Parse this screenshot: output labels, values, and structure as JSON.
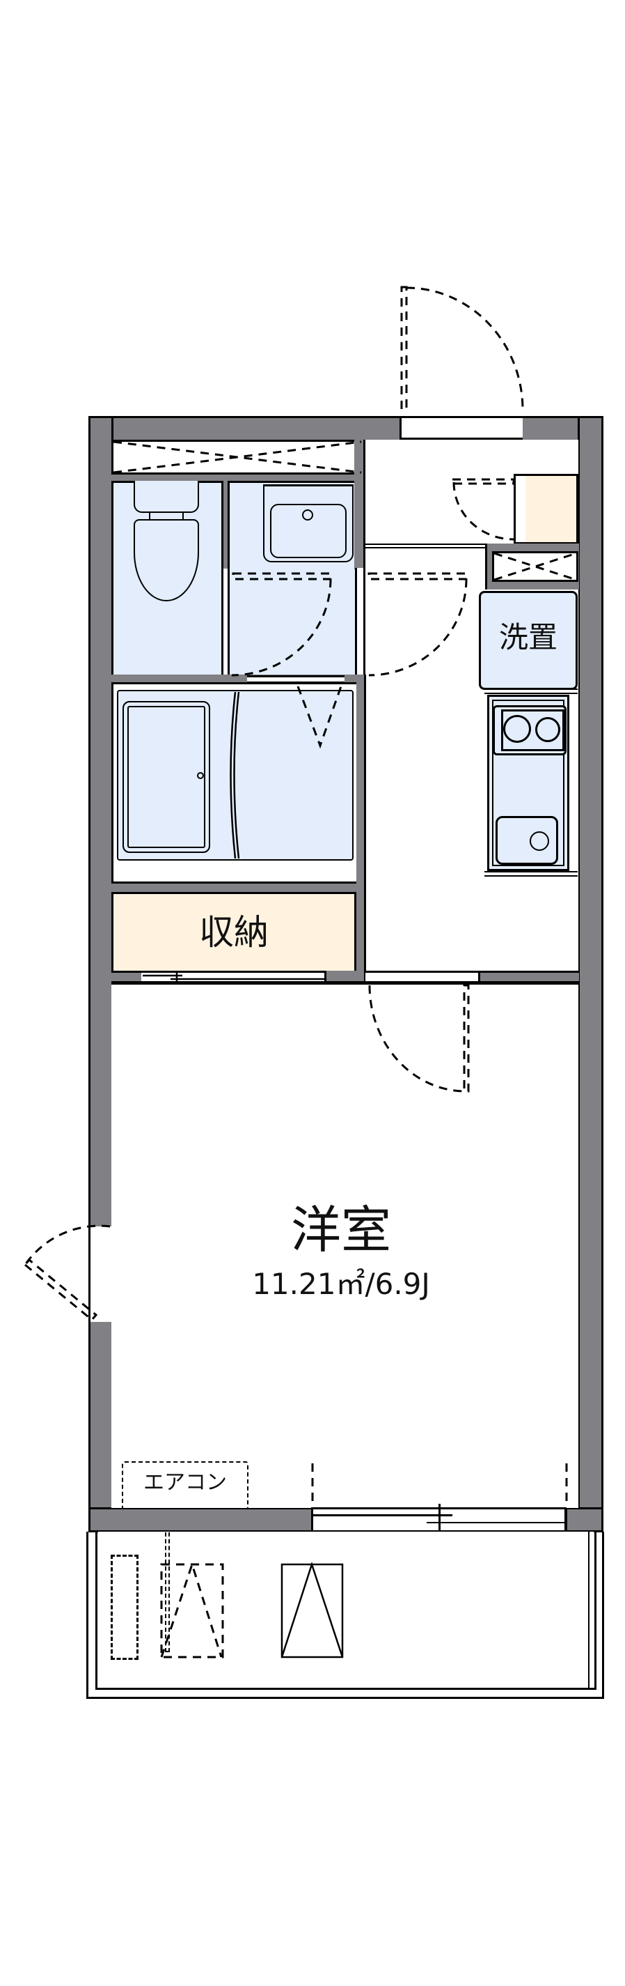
{
  "floorplan": {
    "colors": {
      "wall": "#818085",
      "wet_area": "#e3edfb",
      "storage": "#fff3e0",
      "line": "#000000"
    },
    "rooms": {
      "western_room": {
        "label": "洋室",
        "area": "11.21㎡/6.9J"
      },
      "storage": {
        "label": "収納"
      },
      "washer_space": {
        "label": "洗置"
      },
      "air_conditioner": {
        "label": "エアコン"
      }
    },
    "fixtures": [
      "toilet",
      "washbasin",
      "bathtub",
      "kitchen-stove-2-burner",
      "kitchen-sink",
      "shoe-cabinet",
      "pipe-space",
      "balcony-outdoor-unit"
    ]
  }
}
